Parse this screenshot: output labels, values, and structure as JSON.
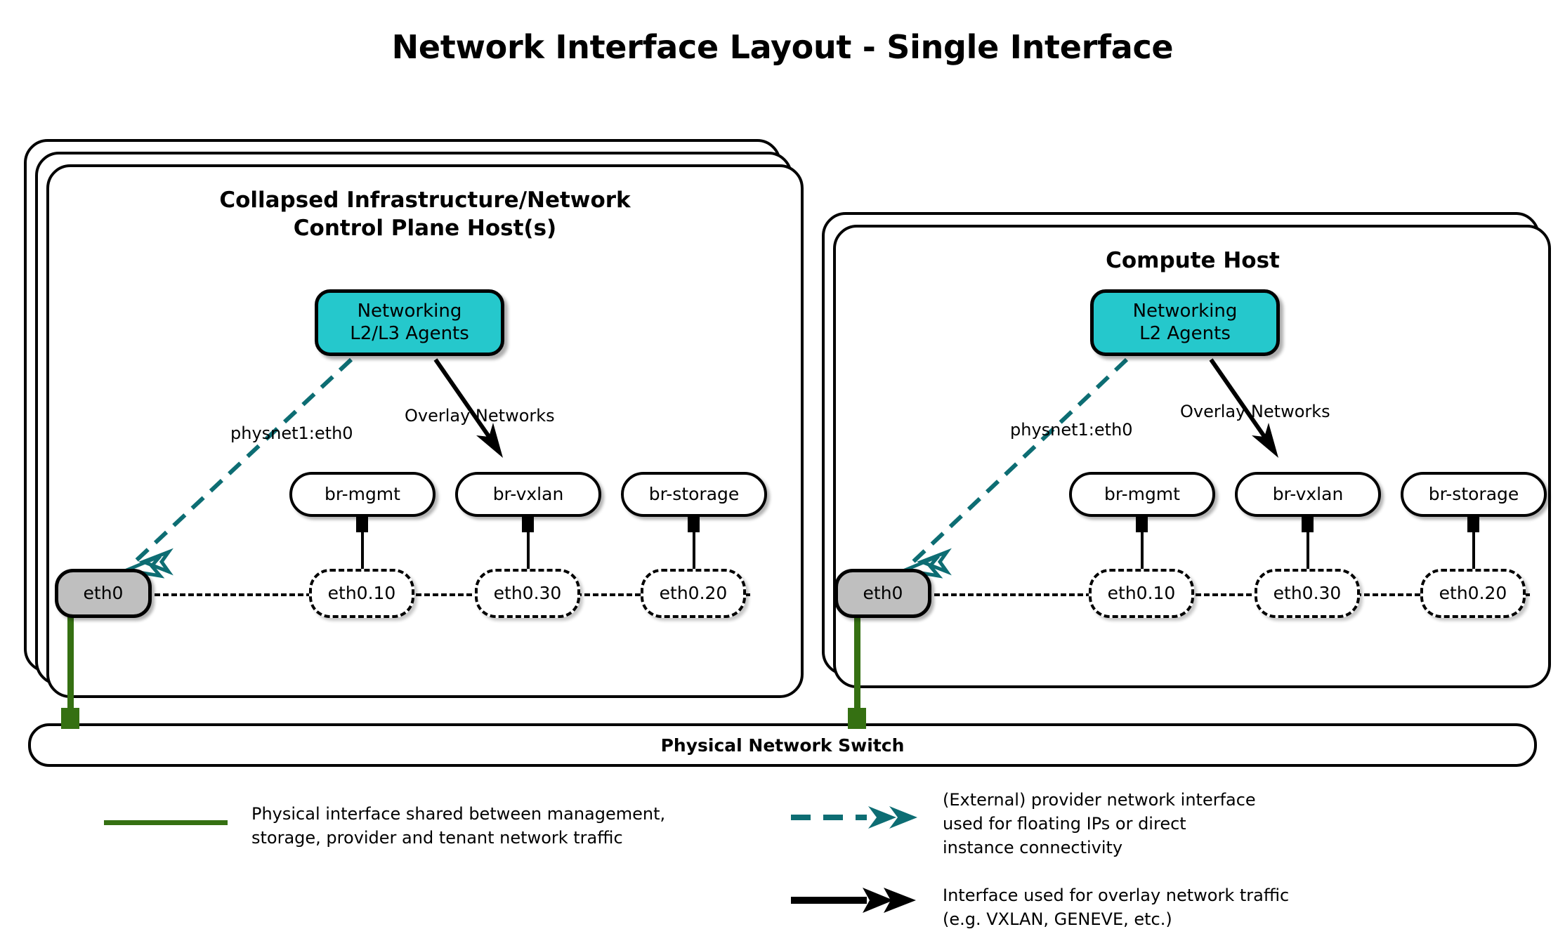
{
  "title": "Network Interface Layout - Single Interface",
  "colors": {
    "agent_fill": "#25c8cc",
    "physical_interface": "#357012",
    "provider_dashed": "#0d6d73",
    "phys_nic_fill": "#bfbfbf",
    "stroke": "#000000"
  },
  "hosts": [
    {
      "id": "control-plane-host",
      "title": "Collapsed Infrastructure/Network\nControl Plane Host(s)",
      "stack_count": 3,
      "agent": {
        "label": "Networking\nL2/L3 Agents"
      },
      "edge_labels": {
        "provider": "physnet1:eth0",
        "overlay": "Overlay Networks"
      },
      "physical_nic": "eth0",
      "bridges": [
        {
          "name": "br-mgmt",
          "vlan": "eth0.10"
        },
        {
          "name": "br-vxlan",
          "vlan": "eth0.30"
        },
        {
          "name": "br-storage",
          "vlan": "eth0.20"
        }
      ]
    },
    {
      "id": "compute-host",
      "title": "Compute Host",
      "stack_count": 2,
      "agent": {
        "label": "Networking\nL2 Agents"
      },
      "edge_labels": {
        "provider": "physnet1:eth0",
        "overlay": "Overlay Networks"
      },
      "physical_nic": "eth0",
      "bridges": [
        {
          "name": "br-mgmt",
          "vlan": "eth0.10"
        },
        {
          "name": "br-vxlan",
          "vlan": "eth0.30"
        },
        {
          "name": "br-storage",
          "vlan": "eth0.20"
        }
      ]
    }
  ],
  "switch": {
    "label": "Physical Network Switch"
  },
  "legend": [
    {
      "id": "physical-interface",
      "marker": "solid-green-line",
      "text": "Physical interface shared between management,\nstorage, provider and tenant network traffic"
    },
    {
      "id": "provider-interface",
      "marker": "teal-dashed-double-arrow",
      "text": "(External) provider network interface\nused for floating IPs or direct\ninstance connectivity"
    },
    {
      "id": "overlay-interface",
      "marker": "black-solid-double-arrow",
      "text": "Interface used for overlay network traffic\n(e.g. VXLAN, GENEVE, etc.)"
    }
  ]
}
